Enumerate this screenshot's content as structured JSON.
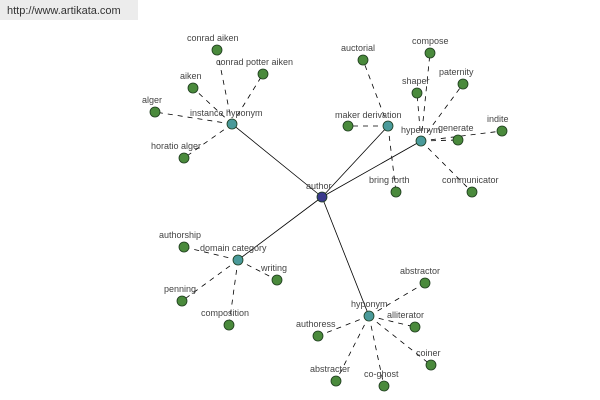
{
  "watermark_url": "http://www.artikata.com",
  "colors": {
    "hub": "#3a3a8c",
    "relation": "#4a9a9a",
    "leaf": "#4a8a3c",
    "edge": "#000000"
  },
  "hub": {
    "id": "author",
    "label": "author"
  },
  "relations": [
    {
      "id": "instance_hyponym",
      "label": "instance hyponym",
      "leaves": [
        {
          "id": "conrad_aiken",
          "label": "conrad aiken"
        },
        {
          "id": "conrad_potter_aiken",
          "label": "conrad potter aiken"
        },
        {
          "id": "aiken",
          "label": "aiken"
        },
        {
          "id": "alger",
          "label": "alger"
        },
        {
          "id": "horatio_alger",
          "label": "horatio alger"
        }
      ]
    },
    {
      "id": "maker_derivation",
      "label": "maker derivation",
      "leaves": [
        {
          "id": "auctorial",
          "label": "auctorial"
        },
        {
          "id": "maker",
          "label": ""
        },
        {
          "id": "bring_forth",
          "label": "bring forth"
        }
      ]
    },
    {
      "id": "hypernym",
      "label": "hypernym",
      "leaves": [
        {
          "id": "compose",
          "label": "compose"
        },
        {
          "id": "shaper",
          "label": "shaper"
        },
        {
          "id": "paternity",
          "label": "paternity"
        },
        {
          "id": "generate",
          "label": "generate"
        },
        {
          "id": "indite",
          "label": "indite"
        },
        {
          "id": "communicator",
          "label": "communicator"
        }
      ]
    },
    {
      "id": "domain_category",
      "label": "domain category",
      "leaves": [
        {
          "id": "authorship",
          "label": "authorship"
        },
        {
          "id": "writing",
          "label": "writing"
        },
        {
          "id": "penning",
          "label": "penning"
        },
        {
          "id": "composition",
          "label": "composition"
        }
      ]
    },
    {
      "id": "hyponym",
      "label": "hyponym",
      "leaves": [
        {
          "id": "abstractor",
          "label": "abstractor"
        },
        {
          "id": "alliterator",
          "label": "alliterator"
        },
        {
          "id": "authoress",
          "label": "authoress"
        },
        {
          "id": "coiner",
          "label": "coiner"
        },
        {
          "id": "abstracter",
          "label": "abstracter"
        },
        {
          "id": "co_ghost",
          "label": "co-ghost"
        }
      ]
    }
  ]
}
